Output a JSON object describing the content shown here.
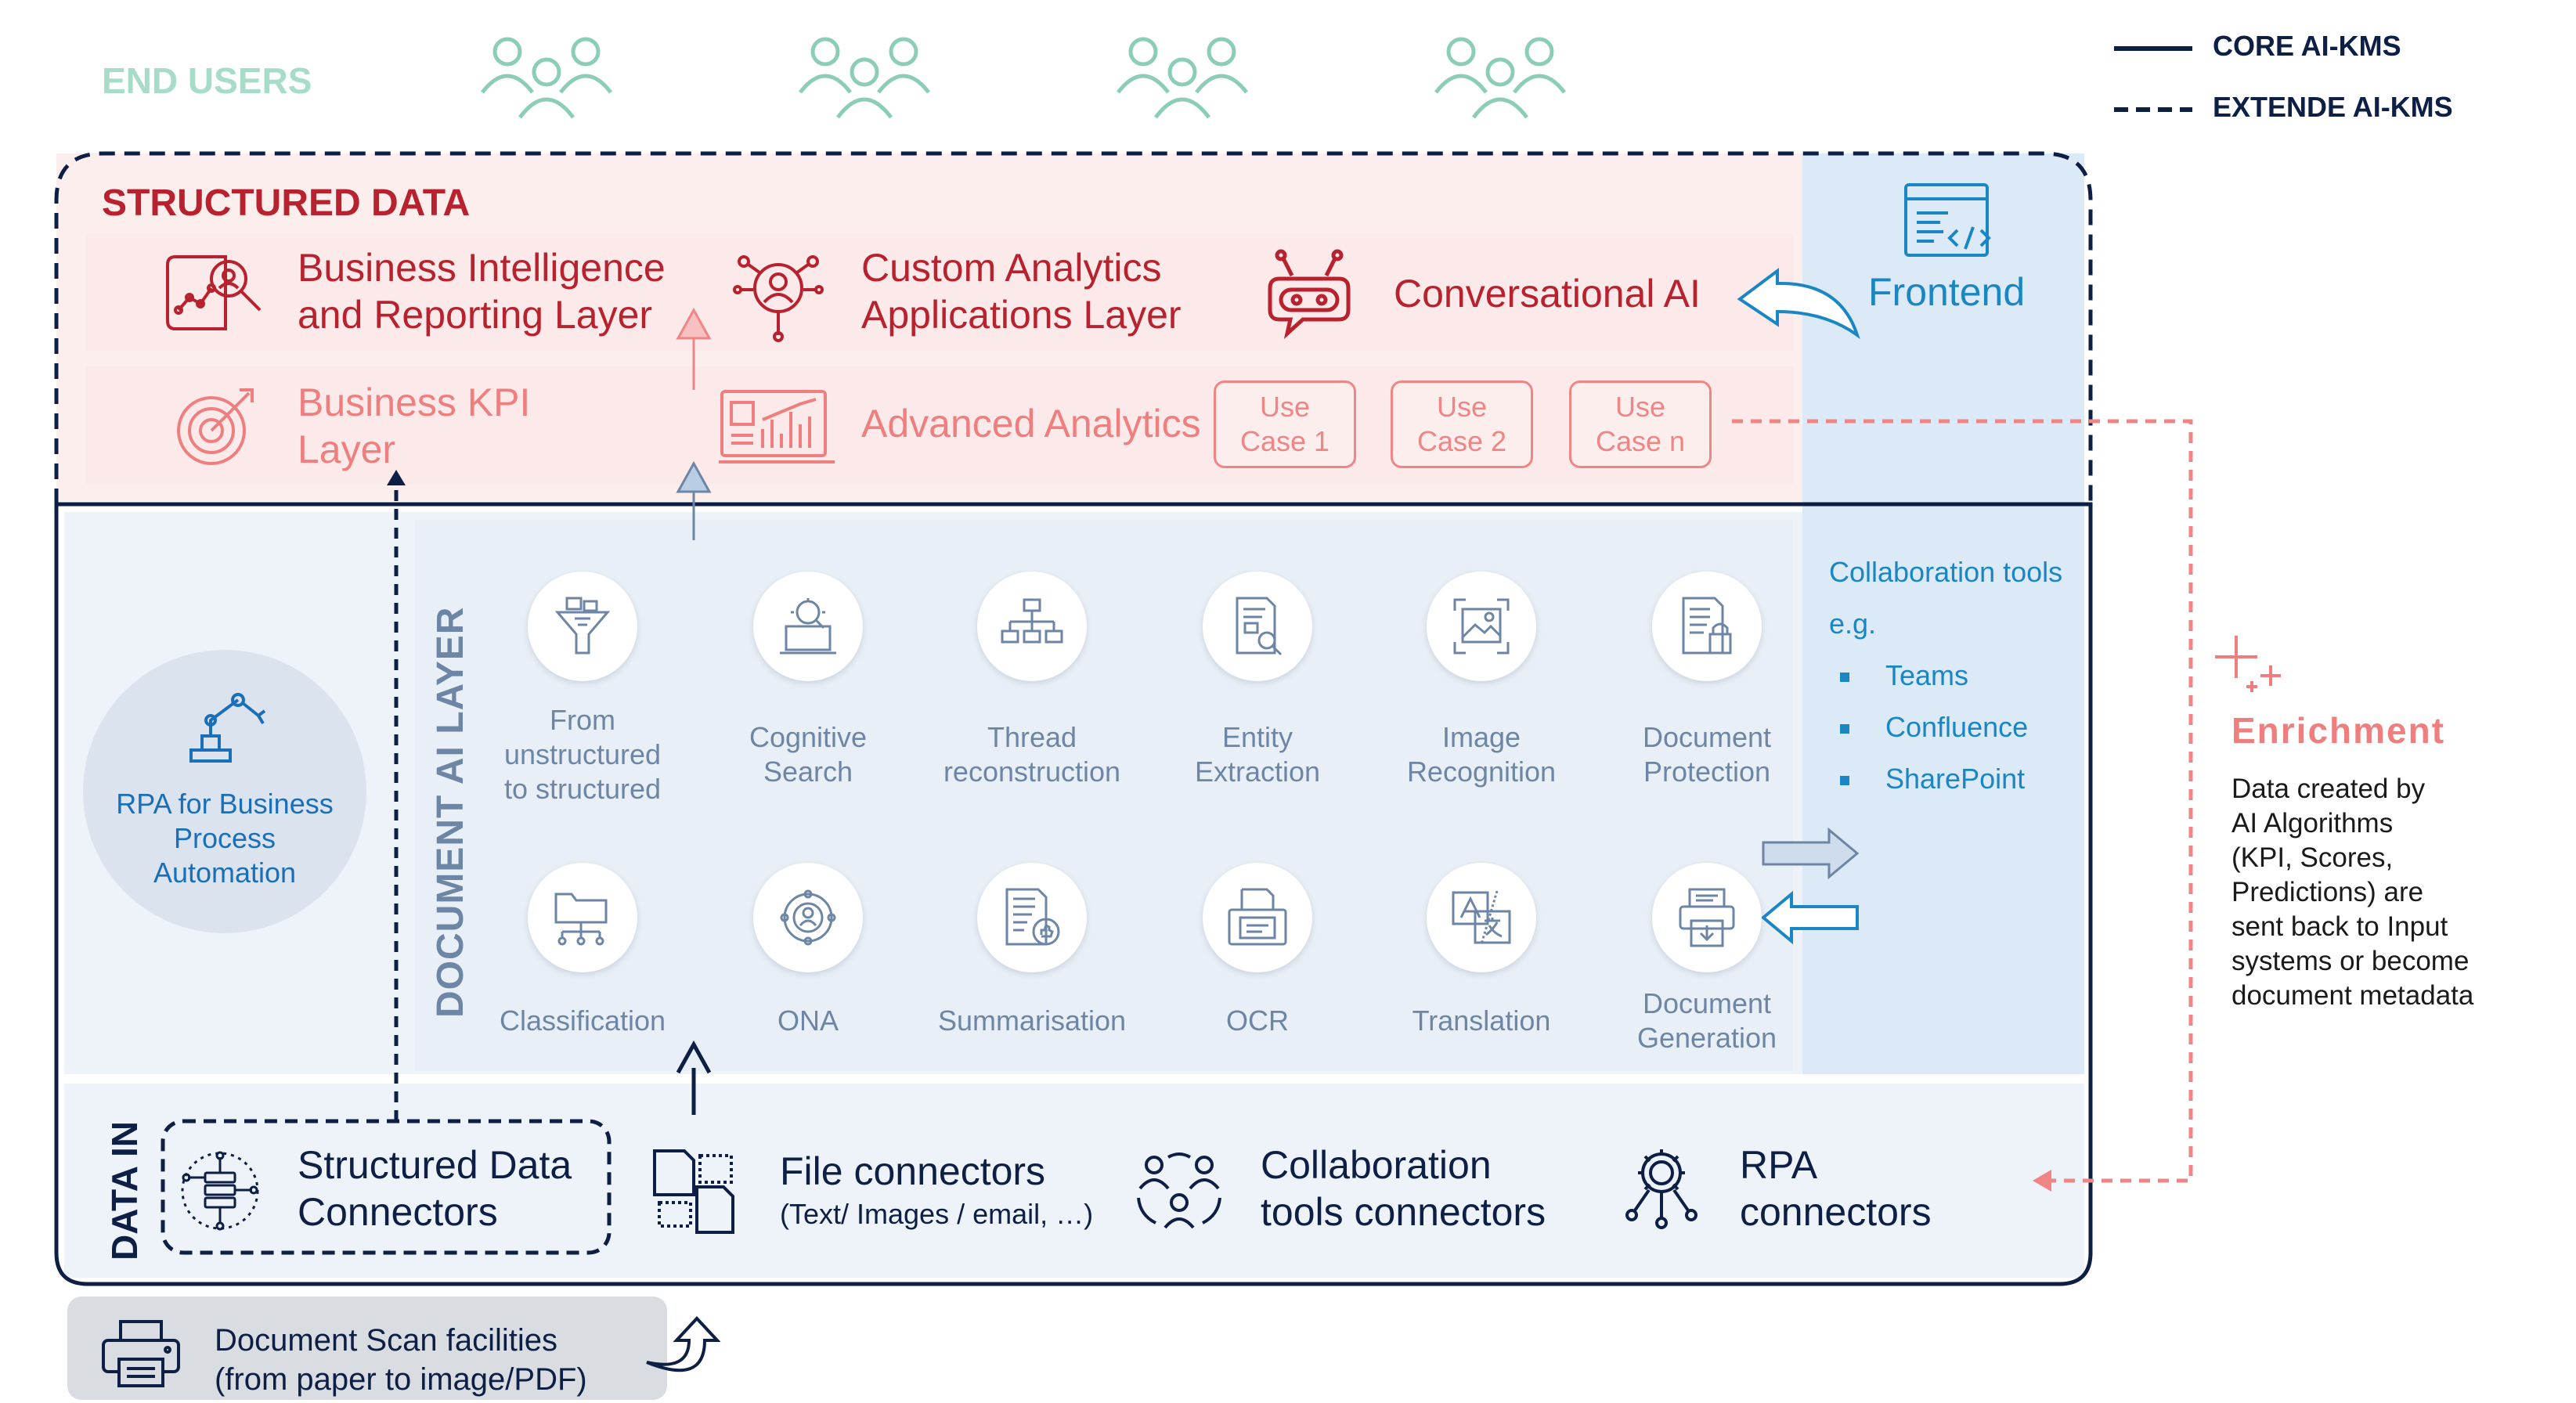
{
  "legend": {
    "core": "CORE AI-KMS",
    "extended": "EXTENDE AI-KMS"
  },
  "end_users": {
    "label": "END USERS",
    "icon": "users-group-icon",
    "count": 4
  },
  "structured_data": {
    "title": "STRUCTURED DATA",
    "bi_line1": "Business Intelligence",
    "bi_line2": "and Reporting Layer",
    "custom_line1": "Custom Analytics",
    "custom_line2": "Applications Layer",
    "conversational": "Conversational AI",
    "kpi_line1": "Business KPI",
    "kpi_line2": "Layer",
    "advanced": "Advanced Analytics",
    "use_cases": [
      {
        "line1": "Use",
        "line2": "Case 1"
      },
      {
        "line1": "Use",
        "line2": "Case 2"
      },
      {
        "line1": "Use",
        "line2": "Case n"
      }
    ]
  },
  "frontend": {
    "label": "Frontend",
    "collab_title": "Collaboration tools",
    "collab_eg": "e.g.",
    "tools": [
      "Teams",
      "Confluence",
      "SharePoint"
    ]
  },
  "document_ai": {
    "title": "DOCUMENT  AI LAYER",
    "rpa_line1": "RPA for Business",
    "rpa_line2": "Process",
    "rpa_line3": "Automation",
    "services_row1": [
      {
        "lines": [
          "From",
          "unstructured",
          "to structured"
        ],
        "icon": "funnel-icon"
      },
      {
        "lines": [
          "Cognitive",
          "Search"
        ],
        "icon": "search-laptop-icon"
      },
      {
        "lines": [
          "Thread",
          "reconstruction"
        ],
        "icon": "hierarchy-icon"
      },
      {
        "lines": [
          "Entity",
          "Extraction"
        ],
        "icon": "document-search-icon"
      },
      {
        "lines": [
          "Image",
          "Recognition"
        ],
        "icon": "image-frame-icon"
      },
      {
        "lines": [
          "Document",
          "Protection"
        ],
        "icon": "document-lock-icon"
      }
    ],
    "services_row2": [
      {
        "lines": [
          "Classification"
        ],
        "icon": "folder-tree-icon"
      },
      {
        "lines": [
          "ONA"
        ],
        "icon": "network-person-icon"
      },
      {
        "lines": [
          "Summarisation"
        ],
        "icon": "document-thumb-icon"
      },
      {
        "lines": [
          "OCR"
        ],
        "icon": "scan-document-icon"
      },
      {
        "lines": [
          "Translation"
        ],
        "icon": "translate-icon"
      },
      {
        "lines": [
          "Document",
          "Generation"
        ],
        "icon": "printer-doc-icon"
      }
    ]
  },
  "enrichment": {
    "title": "Enrichment",
    "lines": [
      "Data created by",
      "AI Algorithms",
      "(KPI, Scores,",
      "Predictions) are",
      "sent back to Input",
      "systems or become",
      "document metadata"
    ]
  },
  "data_in": {
    "title": "DATA IN",
    "structured_line1": "Structured Data",
    "structured_line2": "Connectors",
    "file_line1": "File connectors",
    "file_line2": "(Text/ Images / email, …)",
    "collab_line1": "Collaboration",
    "collab_line2": "tools connectors",
    "rpa_line1": "RPA",
    "rpa_line2": "connectors"
  },
  "scan": {
    "line1": "Document Scan facilities",
    "line2": "(from paper to image/PDF)"
  },
  "colors": {
    "navy": "#0d1f44",
    "dark_red": "#b8222e",
    "salmon": "#ef7f7f",
    "blue": "#1b86c4",
    "service_grey_blue": "#6d86a6",
    "users_green": "#8ccdb6"
  }
}
